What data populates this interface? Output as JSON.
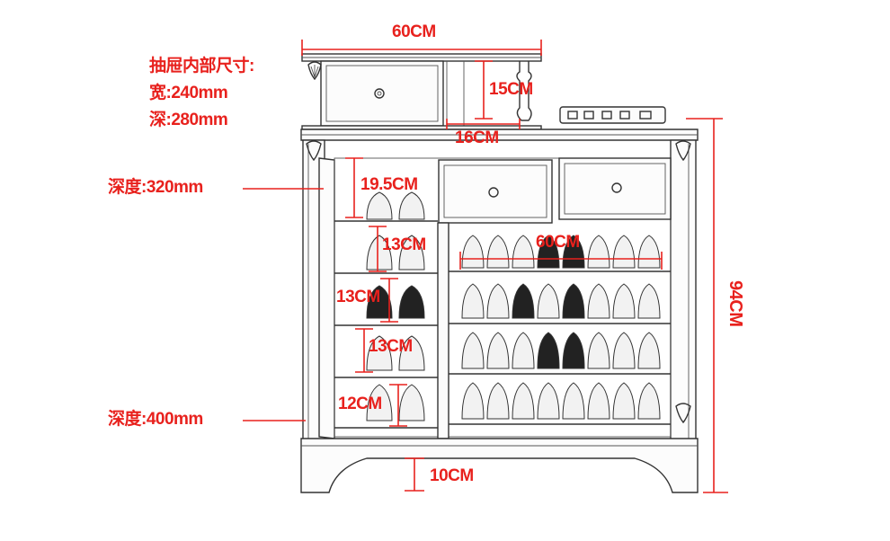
{
  "colors": {
    "annotation": "#e8211d",
    "ink": "#333333",
    "background": "#ffffff"
  },
  "dimensions": {
    "top_width": "60CM",
    "drawer_height": "15CM",
    "drawer_opening": "16CM",
    "shelf_top": "19.5CM",
    "shelf_2": "13CM",
    "shelf_3": "13CM",
    "shelf_4": "13CM",
    "shelf_bottom": "12CM",
    "inner_width": "60CM",
    "total_height": "94CM",
    "foot_height": "10CM"
  },
  "drawer_info": {
    "title": "抽屉内部尺寸:",
    "width": "宽:240mm",
    "depth": "深:280mm"
  },
  "depths": {
    "upper": "深度:320mm",
    "lower": "深度:400mm"
  }
}
